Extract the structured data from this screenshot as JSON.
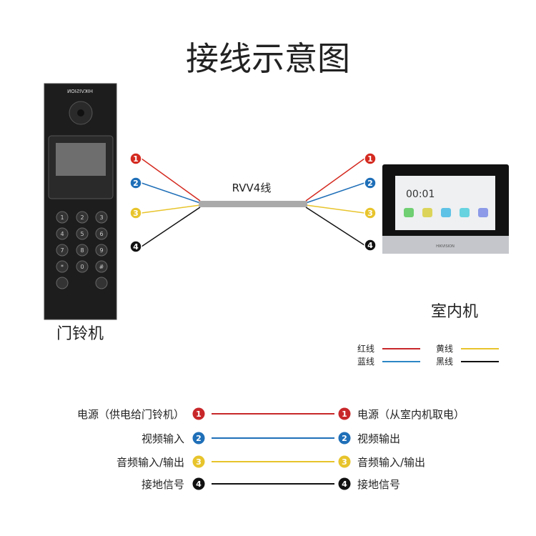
{
  "title": "接线示意图",
  "cable_label": "RVV4线",
  "door_unit": {
    "label": "门铃机",
    "brand_text": "HIKVISION",
    "keys": [
      "1",
      "2",
      "3",
      "4",
      "5",
      "6",
      "7",
      "8",
      "9",
      "*",
      "0",
      "#"
    ]
  },
  "indoor_unit": {
    "label": "室内机",
    "clock": "00:01",
    "brand_text": "HIKVISION"
  },
  "wires": [
    {
      "num": "1",
      "color": "#d42a20"
    },
    {
      "num": "2",
      "color": "#1f6fb8"
    },
    {
      "num": "3",
      "color": "#e8c42c"
    },
    {
      "num": "4",
      "color": "#111111"
    }
  ],
  "legend": [
    {
      "label": "红线",
      "color": "#c8272a"
    },
    {
      "label": "黄线",
      "color": "#e8c42c"
    },
    {
      "label": "蓝线",
      "color": "#2b86c5"
    },
    {
      "label": "黑线",
      "color": "#111111"
    }
  ],
  "connections": [
    {
      "left": "电源（供电给门铃机）",
      "right": "电源（从室内机取电）",
      "num": "1",
      "color": "#c8272a"
    },
    {
      "left": "视频输入",
      "right": "视频输出",
      "num": "2",
      "color": "#1f6fb8"
    },
    {
      "left": "音频输入/输出",
      "right": "音频输入/输出",
      "num": "3",
      "color": "#e8c42c"
    },
    {
      "left": "接地信号",
      "right": "接地信号",
      "num": "4",
      "color": "#111111"
    }
  ]
}
